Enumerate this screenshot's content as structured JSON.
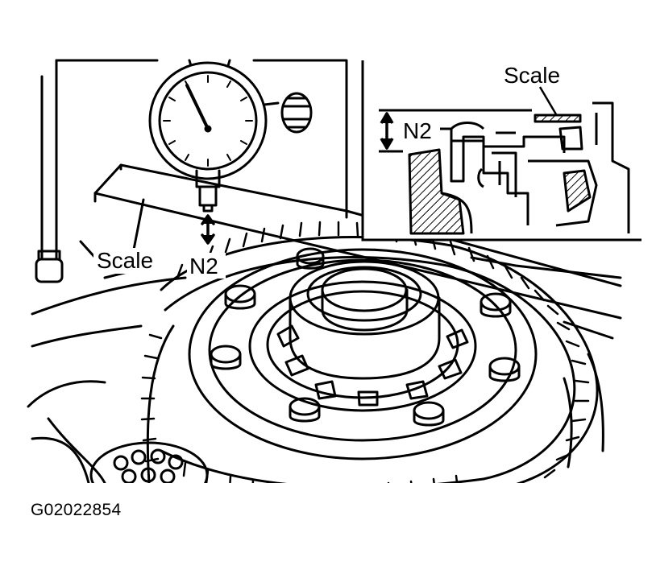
{
  "labels": {
    "scale_main": "Scale",
    "gap_main": "N2",
    "scale_inset": "Scale",
    "gap_inset": "N2"
  },
  "figure_code": "G02022854",
  "colors": {
    "ink": "#000000",
    "paper": "#ffffff"
  }
}
